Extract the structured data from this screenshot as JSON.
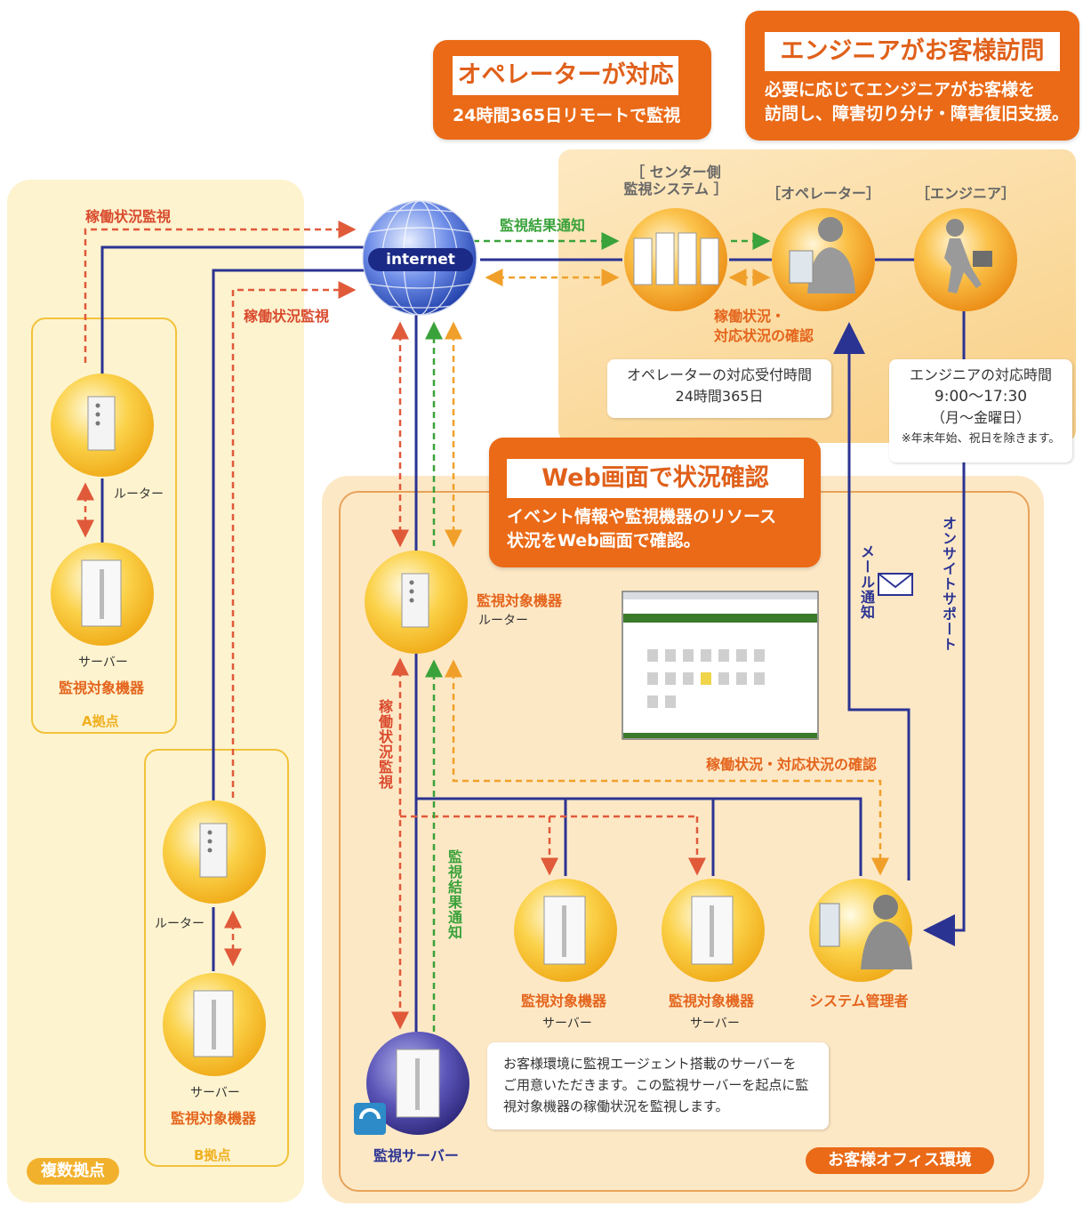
{
  "callouts": {
    "operator": {
      "title": "オペレーターが対応",
      "desc": "24時間365日リモートで監視"
    },
    "engineer": {
      "title": "エンジニアがお客様訪問",
      "desc_line1": "必要に応じてエンジニアがお客様を",
      "desc_line2": "訪問し、障害切り分け・障害復旧支援。"
    },
    "web": {
      "title": "Web画面で状況確認",
      "desc_line1": "イベント情報や監視機器のリソース",
      "desc_line2": "状況をWeb画面で確認。"
    }
  },
  "center": {
    "system_label_line1": "［ センター側",
    "system_label_line2": "監視システム ］",
    "operator_label": "［オペレーター］",
    "engineer_label": "［エンジニア］",
    "confirm_label_line1": "稼働状況・",
    "confirm_label_line2": "対応状況の確認",
    "operator_hours_line1": "オペレーターの対応受付時間",
    "operator_hours_line2": "24時間365日",
    "engineer_hours_line1": "エンジニアの対応時間",
    "engineer_hours_line2": "9:00〜17:30",
    "engineer_hours_line3": "（月〜金曜日）",
    "engineer_hours_note": "※年末年始、祝日を除きます。"
  },
  "internet": {
    "label": "internet"
  },
  "flow_labels": {
    "monitoring_a": "稼働状況監視",
    "monitoring_b": "稼働状況監視",
    "result_notify": "監視結果通知",
    "monitoring_vertical": "稼働状況監視",
    "result_vertical": "監視結果通知",
    "office_confirm": "稼働状況・対応状況の確認",
    "mail_notify": "メール通知",
    "onsite_support": "オンサイトサポート"
  },
  "site_a": {
    "router": "ルーター",
    "server": "サーバー",
    "target": "監視対象機器",
    "name": "A拠点"
  },
  "site_b": {
    "router": "ルーター",
    "server": "サーバー",
    "target": "監視対象機器",
    "name": "B拠点"
  },
  "multi_sites_badge": "複数拠点",
  "office": {
    "router_target": "監視対象機器",
    "router": "ルーター",
    "server1_target": "監視対象機器",
    "server1": "サーバー",
    "server2_target": "監視対象機器",
    "server2": "サーバー",
    "admin": "システム管理者",
    "monitor_server": "監視サーバー",
    "note_line1": "お客様環境に監視エージェント搭載のサーバーを",
    "note_line2": "ご用意いただきます。この監視サーバーを起点に監",
    "note_line3": "視対象機器の稼働状況を監視します。",
    "badge": "お客様オフィス環境"
  },
  "colors": {
    "orange": "#ea6a17",
    "navy": "#2b3392",
    "red_dashed": "#e05a3a",
    "green_dashed": "#3aa23a",
    "orange_dashed": "#f0a02a"
  }
}
